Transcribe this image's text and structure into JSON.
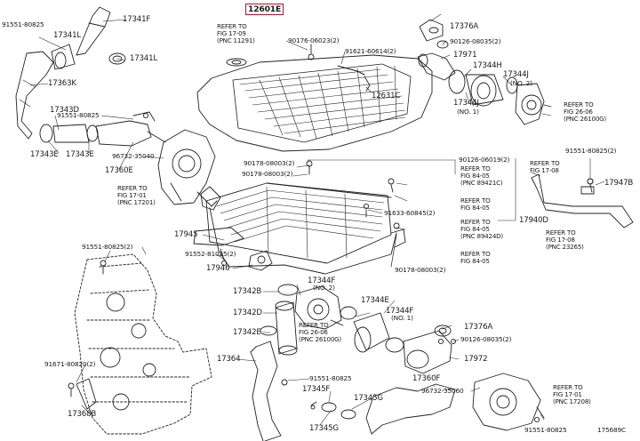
{
  "diagram": {
    "labels": [
      {
        "key": "p12601e",
        "text": "12601E",
        "highlight": true
      },
      {
        "key": "p17341f",
        "text": "17341F"
      },
      {
        "key": "p17341l_a",
        "text": "17341L"
      },
      {
        "key": "p17341l_b",
        "text": "17341L"
      },
      {
        "key": "p17363k",
        "text": "17363K"
      },
      {
        "key": "p17343d",
        "text": "17343D"
      },
      {
        "key": "p17343e_a",
        "text": "17343E"
      },
      {
        "key": "p17343e_b",
        "text": "17343E"
      },
      {
        "key": "p17360e",
        "text": "17360E"
      },
      {
        "key": "p12631c",
        "text": "12631C"
      },
      {
        "key": "p17376a_t",
        "text": "17376A"
      },
      {
        "key": "p17971",
        "text": "17971"
      },
      {
        "key": "p17344h",
        "text": "17344H"
      },
      {
        "key": "p17344j_a",
        "text": "17344J"
      },
      {
        "key": "p17344j_b",
        "text": "17344J"
      },
      {
        "key": "no2_a",
        "text": "(NO. 2)"
      },
      {
        "key": "no1_a",
        "text": "(NO. 1)"
      },
      {
        "key": "p17947b",
        "text": "17947B"
      },
      {
        "key": "p17940d",
        "text": "17940D"
      },
      {
        "key": "p17945",
        "text": "17945"
      },
      {
        "key": "p17946",
        "text": "17946"
      },
      {
        "key": "p17342b",
        "text": "17342B"
      },
      {
        "key": "p17342d",
        "text": "17342D"
      },
      {
        "key": "p17342e",
        "text": "17342E"
      },
      {
        "key": "p17364",
        "text": "17364"
      },
      {
        "key": "p17344f_a",
        "text": "17344F"
      },
      {
        "key": "no2_b",
        "text": "(NO. 2)"
      },
      {
        "key": "p17344e",
        "text": "17344E"
      },
      {
        "key": "p17344f_b",
        "text": "17344F"
      },
      {
        "key": "no1_b",
        "text": "(NO. 1)"
      },
      {
        "key": "p17376a_b",
        "text": "17376A"
      },
      {
        "key": "p17972",
        "text": "17972"
      },
      {
        "key": "p17360f",
        "text": "17360F"
      },
      {
        "key": "p17345f",
        "text": "17345F"
      },
      {
        "key": "p17345g_a",
        "text": "17345G"
      },
      {
        "key": "p17345g_b",
        "text": "17345G"
      },
      {
        "key": "p17368b",
        "text": "17368B"
      },
      {
        "key": "b91551_80825_tl",
        "text": "91551-80825",
        "small": true
      },
      {
        "key": "b91551_80825_ml",
        "text": "91551-80825",
        "small": true
      },
      {
        "key": "b96732_35040",
        "text": "96732-35040",
        "small": true
      },
      {
        "key": "b90176_06023",
        "text": "90176-06023(2)",
        "small": true
      },
      {
        "key": "b91621_60614",
        "text": "91621-60614(2)",
        "small": true
      },
      {
        "key": "b90126_08035_t",
        "text": "90126-08035(2)",
        "small": true
      },
      {
        "key": "b90178_08003_a",
        "text": "90178-08003(2)",
        "small": true
      },
      {
        "key": "b90178_08003_b",
        "text": "90178-08003(2)",
        "small": true
      },
      {
        "key": "b90126_06019",
        "text": "90126-06019(2)",
        "small": true
      },
      {
        "key": "b91551_80825_r",
        "text": "91551-80825(2)",
        "small": true
      },
      {
        "key": "b91633_60845",
        "text": "91633-60845(2)",
        "small": true
      },
      {
        "key": "b90178_08003_c",
        "text": "90178-08003(2)",
        "small": true
      },
      {
        "key": "b91551_80825_l",
        "text": "91551-80825(2)",
        "small": true
      },
      {
        "key": "b91552_81025",
        "text": "91552-81025(2)",
        "small": true
      },
      {
        "key": "b90126_08035_b",
        "text": "90126-08035(2)",
        "small": true
      },
      {
        "key": "b91671_80820",
        "text": "91671-80820(2)",
        "small": true
      },
      {
        "key": "b91551_80825_bc",
        "text": "91551-80825",
        "small": true
      },
      {
        "key": "b96732_35060",
        "text": "96732-35060",
        "small": true
      },
      {
        "key": "b91551_80825_br",
        "text": "91551-80825",
        "small": true
      },
      {
        "key": "img_id",
        "text": "175689C",
        "small": true
      }
    ],
    "refs": [
      {
        "key": "r_1709",
        "text": "REFER TO\nFIG 17-09\n(PNC 11291)"
      },
      {
        "key": "r_1701a",
        "text": "REFER TO\nFIG 17-01\n(PNC 17201)"
      },
      {
        "key": "r_2606a",
        "text": "REFER TO\nFIG 26-06\n(PNC 26100G)"
      },
      {
        "key": "r_1708a",
        "text": "REFER TO\nFIG 17-08"
      },
      {
        "key": "r_8405a",
        "text": "REFER TO\nFIG 84-05\n(PNC 89421C)"
      },
      {
        "key": "r_8405b",
        "text": "REFER TO\nFIG 84-05"
      },
      {
        "key": "r_8405c",
        "text": "REFER TO\nFIG 84-05\n(PNC 89424D)"
      },
      {
        "key": "r_8405d",
        "text": "REFER TO\nFIG 84-05"
      },
      {
        "key": "r_1708b",
        "text": "REFER TO\nFIG 17-08\n(PNC 23265)"
      },
      {
        "key": "r_2606b",
        "text": "REFER TO\nFIG 26-06\n(PNC 26100G)"
      },
      {
        "key": "r_1701b",
        "text": "REFER TO\nFIG 17-01\n(PNC 17208)"
      }
    ]
  }
}
